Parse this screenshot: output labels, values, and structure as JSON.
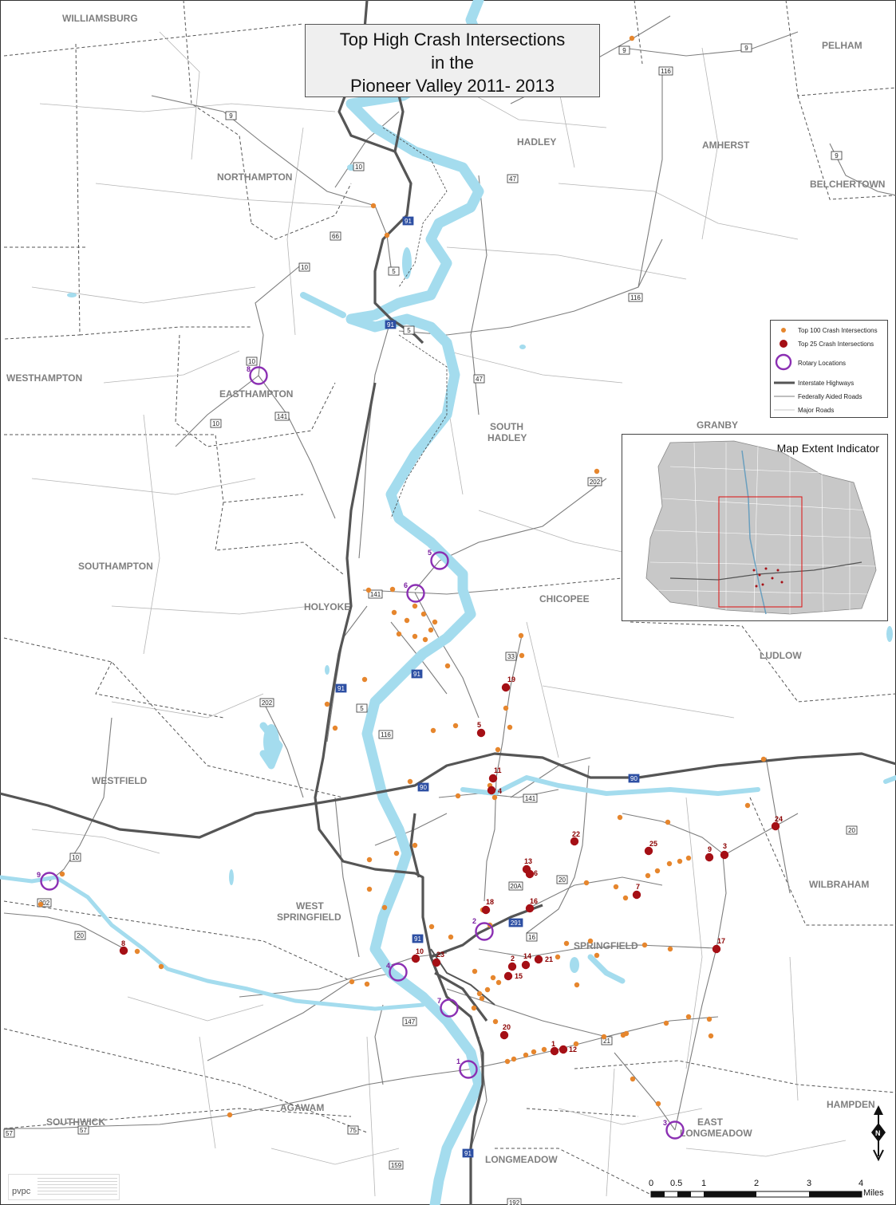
{
  "title": {
    "line1": "Top High Crash Intersections",
    "line2": "in the",
    "line3": "Pioneer Valley 2011- 2013"
  },
  "towns": [
    {
      "name": "WILLIAMSBURG"
    },
    {
      "name": "PELHAM"
    },
    {
      "name": "HADLEY"
    },
    {
      "name": "AMHERST"
    },
    {
      "name": "NORTHAMPTON"
    },
    {
      "name": "BELCHERTOWN"
    },
    {
      "name": "WESTHAMPTON"
    },
    {
      "name": "EASTHAMPTON"
    },
    {
      "name": "SOUTH"
    },
    {
      "name": "HADLEY"
    },
    {
      "name": "GRANBY"
    },
    {
      "name": "SOUTHAMPTON"
    },
    {
      "name": "HOLYOKE"
    },
    {
      "name": "CHICOPEE"
    },
    {
      "name": "LUDLOW"
    },
    {
      "name": "WESTFIELD"
    },
    {
      "name": "WILBRAHAM"
    },
    {
      "name": "WEST"
    },
    {
      "name": "SPRINGFIELD"
    },
    {
      "name": "SPRINGFIELD"
    },
    {
      "name": "AGAWAM"
    },
    {
      "name": "SOUTHWICK"
    },
    {
      "name": "HAMPDEN"
    },
    {
      "name": "EAST"
    },
    {
      "name": "LONGMEADOW"
    },
    {
      "name": "LONGMEADOW"
    }
  ],
  "route_shields": [
    "9",
    "9",
    "116",
    "9",
    "9",
    "10",
    "47",
    "91",
    "66",
    "10",
    "5",
    "116",
    "91",
    "5",
    "10",
    "47",
    "141",
    "10",
    "202",
    "141",
    "91",
    "5",
    "202",
    "116",
    "33",
    "91",
    "90",
    "141",
    "90",
    "20",
    "20A",
    "10",
    "202",
    "20",
    "91",
    "291",
    "16",
    "20",
    "147",
    "21",
    "75",
    "159",
    "57",
    "57",
    "91",
    "192"
  ],
  "rotaries": [
    "8",
    "5",
    "6",
    "9",
    "2",
    "4",
    "7",
    "1",
    "3"
  ],
  "top25": [
    "19",
    "5",
    "11",
    "4",
    "22",
    "25",
    "9",
    "3",
    "24",
    "13",
    "6",
    "7",
    "18",
    "16",
    "17",
    "8",
    "10",
    "23",
    "2",
    "14",
    "21",
    "15",
    "20",
    "1",
    "12"
  ],
  "legend": {
    "items": [
      "Top 100 Crash Intersections",
      "Top 25 Crash Intersections",
      "Rotary Locations",
      "Interstate Highways",
      "Federally Aided Roads",
      "Major Roads"
    ]
  },
  "inset": {
    "title": "Map Extent Indicator"
  },
  "scale": {
    "ticks": [
      "0",
      "0.5",
      "1",
      "2",
      "3",
      "4"
    ],
    "units": "Miles"
  },
  "north": {
    "label": "N"
  },
  "logo": {
    "text": "pvpc"
  },
  "colors": {
    "water": "#a4dcee",
    "interstate": "#555555",
    "top25": "#a50f15",
    "top100": "#e6862d",
    "rotary": "#8b2fb3",
    "town_label": "#7f7f7f"
  }
}
